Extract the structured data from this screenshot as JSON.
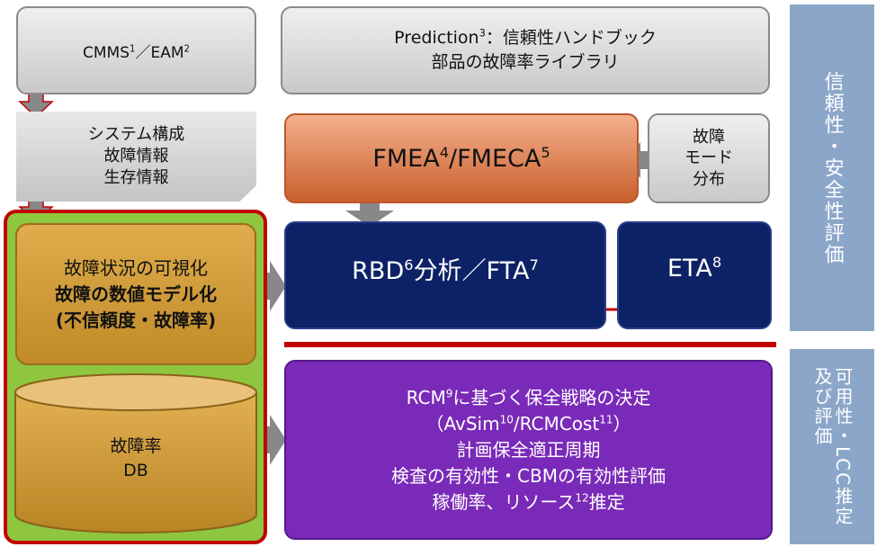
{
  "cmms": {
    "name": "CMMS",
    "sup1": "1",
    "sep": "／",
    "name2": "EAM",
    "sup2": "2"
  },
  "prediction": {
    "name": "Prediction",
    "sup": "3",
    "rest": "：信頼性ハンドブック",
    "line2": "部品の故障率ライブラリ"
  },
  "system": {
    "lines": [
      "システム構成",
      "故障情報",
      "生存情報"
    ]
  },
  "fmea": {
    "a": "FMEA",
    "a_sup": "4",
    "sep": "/",
    "b": "FMECA",
    "b_sup": "5"
  },
  "failure_mode": {
    "lines": [
      "故障",
      "モード",
      "分布"
    ]
  },
  "visual": {
    "line1": "故障状況の可視化",
    "line2": "故障の数値モデル化",
    "line3": "(不信頼度・故障率)"
  },
  "rbd": {
    "a": "RBD",
    "a_sup": "6",
    "mid": "分析／FTA",
    "b_sup": "7"
  },
  "eta": {
    "name": "ETA",
    "sup": "8"
  },
  "db": {
    "line1": "故障率",
    "line2": "DB"
  },
  "rcm": {
    "l1_a": "RCM",
    "l1_sup": "9",
    "l1_b": "に基づく保全戦略の決定",
    "l2_a": "（AvSim",
    "l2_sup1": "10",
    "l2_mid": "/RCMCost",
    "l2_sup2": "11",
    "l2_b": "）",
    "l3": "計画保全適正周期",
    "l4": "検査の有効性・CBMの有効性評価",
    "l5_a": "稼働率、リソース",
    "l5_sup": "12",
    "l5_b": "推定"
  },
  "side": {
    "top": [
      "信頼性・安全性評価"
    ],
    "bottom": [
      "可用性・LCC推定",
      "及び評価"
    ]
  },
  "colors": {
    "navy": "#0d2266",
    "purple": "#7a2ab8",
    "orange": "#d46a36",
    "red": "#c00000",
    "green": "#8ec63f",
    "side": "#8ba6c9"
  }
}
